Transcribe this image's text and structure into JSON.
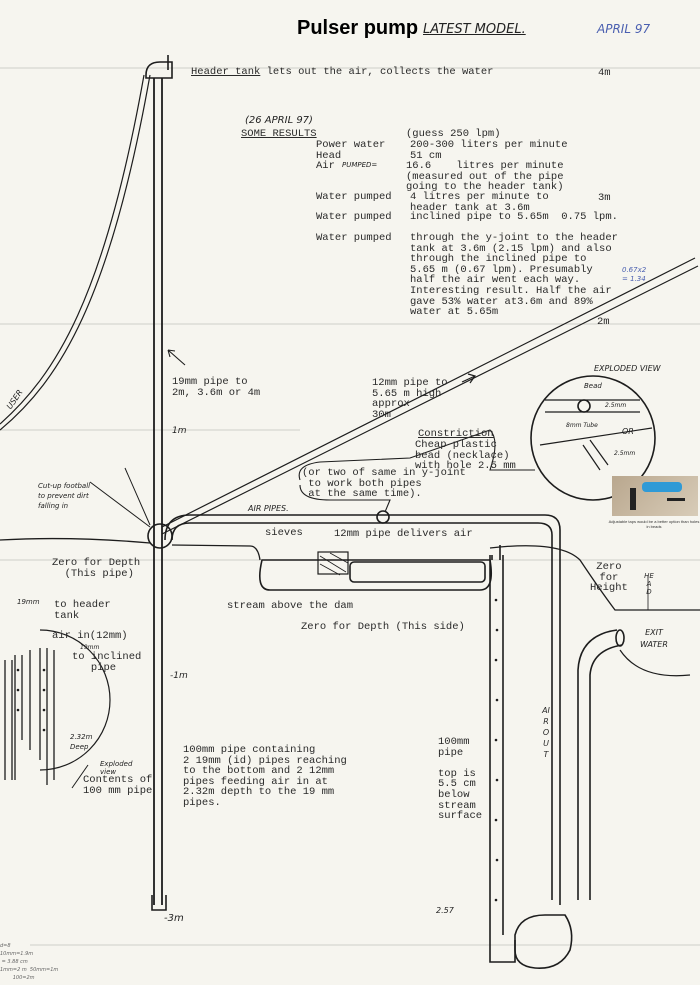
{
  "title": "Pulser pump",
  "handwritten_title": "LATEST MODEL.",
  "handwritten_date": "APRIL 97",
  "header_tank": {
    "label": "Header tank",
    "text": " lets out the air, collects the water",
    "height": "4m"
  },
  "results": {
    "date": "(26 APRIL 97)",
    "heading": "SOME RESULTS",
    "guess": "(guess 250 lpm)",
    "rows": [
      {
        "label": "Power water",
        "value": "200-300 liters per minute"
      },
      {
        "label": "Head",
        "value": "51 cm"
      },
      {
        "label": "Air",
        "note": "PUMPED=",
        "value": "16.6    litres per minute\n(measured out of the pipe\ngoing to the header tank)"
      },
      {
        "label": "Water pumped",
        "value": "4 litres per minute to\nheader tank at 3.6m",
        "mark": "3m"
      },
      {
        "label": "Water pumped",
        "value": "inclined pipe to 5.65m  0.75 lpm."
      },
      {
        "label": "Water pumped",
        "value": "through the y-joint to the header\ntank at 3.6m (2.15 lpm) and also\nthrough the inclined pipe to\n5.65 m (0.67 lpm). Presumably\nhalf the air went each way.\nInteresting result. Half the air\ngave 53% water at3.6m and 89%\nwater at 5.65m"
      }
    ],
    "calc": "0.67x2\n= 1.34"
  },
  "height_marks": {
    "m2": "2m",
    "m1": "1m",
    "minus1": "-1m",
    "minus3": "-3m",
    "depth": "2.57"
  },
  "labels": {
    "user": "USER",
    "pipe19": "19mm pipe to\n2m, 3.6m or 4m",
    "pipe12": "12mm pipe to\n5.65 m high\napprox\n30m",
    "constriction_title": "Constriction",
    "constriction_text": "Cheap plastic\nbead (necklace)\nwith hole 2.5 mm",
    "y_joint": "(or two of same in y-joint\n to work both pipes\n at the same time).",
    "football": "Cut-up football\nto prevent dirt\nfalling in",
    "air_pipes": "AIR PIPES.",
    "sieves": "sieves",
    "delivers_air": "12mm pipe delivers air",
    "stream": "stream above the dam",
    "zero_depth_pipe": "Zero for Depth\n  (This pipe)",
    "zero_depth_side": "Zero for Depth (This side)",
    "zero_height": "Zero\nfor\nHeight",
    "head": "HEAD",
    "exit_water": "EXIT\nWATER",
    "air_out": "AIROUT",
    "pipe100": "100mm\npipe\n\ntop is\n5.5 cm\nbelow\nstream\nsurface",
    "pipe100_contents": "100mm pipe containing\n2 19mm (id) pipes reaching\nto the bottom and 2 12mm\npipes feeding air in at\n2.32m depth to the 19 mm\npipes.",
    "to_header": "to header\ntank",
    "to_header_mm": "19mm",
    "air_in": "air in(12mm)",
    "to_inclined": "to inclined\n   pipe",
    "to_inclined_mm": "19mm",
    "deep": "2.32m\nDeep",
    "exploded_small": "Exploded\nview",
    "contents_of": "Contents of\n100 mm pipe"
  },
  "exploded": {
    "title": "EXPLODED VIEW",
    "bead": "Bead",
    "hole": "2.5mm",
    "tube": "8mm Tube",
    "or": "OR",
    "hole2": "2.5mm"
  },
  "photo_caption": "Adjustable taps would be a better option than holes in beads",
  "scribble": "d=8\n10mm=1.9m\n = 3.88 cm\n1mm=2 m  50mm=1m\n        100=2m"
}
